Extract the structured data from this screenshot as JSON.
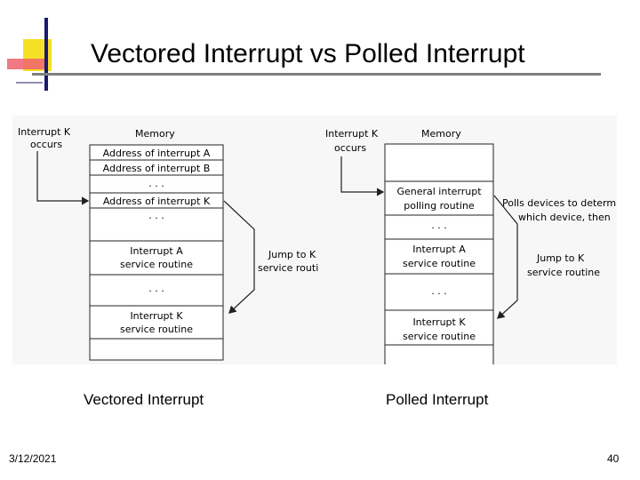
{
  "slide": {
    "title": "Vectored Interrupt vs Polled Interrupt",
    "date": "3/12/2021",
    "page_number": "40"
  },
  "vectored": {
    "caption": "Vectored Interrupt",
    "trigger_line1": "Interrupt K",
    "trigger_line2": "occurs",
    "memory_label": "Memory",
    "addr_a": "Address of interrupt A",
    "addr_b": "Address of interrupt B",
    "ellipsis": ". . .",
    "addr_k": "Address of interrupt K",
    "routine_a_line1": "Interrupt A",
    "routine_a_line2": "service routine",
    "routine_k_line1": "Interrupt K",
    "routine_k_line2": "service routine",
    "jump_line1": "Jump to K",
    "jump_line2": "service routi"
  },
  "polled": {
    "caption": "Polled Interrupt",
    "trigger_line1": "Interrupt K",
    "trigger_line2": "occurs",
    "memory_label": "Memory",
    "general_line1": "General interrupt",
    "general_line2": "polling routine",
    "ellipsis": ". . .",
    "routine_a_line1": "Interrupt A",
    "routine_a_line2": "service routine",
    "routine_k_line1": "Interrupt K",
    "routine_k_line2": "service routine",
    "poll_line1": "Polls devices to determine",
    "poll_line2": "which device, then",
    "jump_line1": "Jump to K",
    "jump_line2": "service routine"
  },
  "colors": {
    "accent_yellow": "#f5e025",
    "accent_pink": "#f06070",
    "accent_blue": "#1a1a6e",
    "panel_bg": "#f7f7f7"
  },
  "icons": [
    "arrow-icon"
  ]
}
